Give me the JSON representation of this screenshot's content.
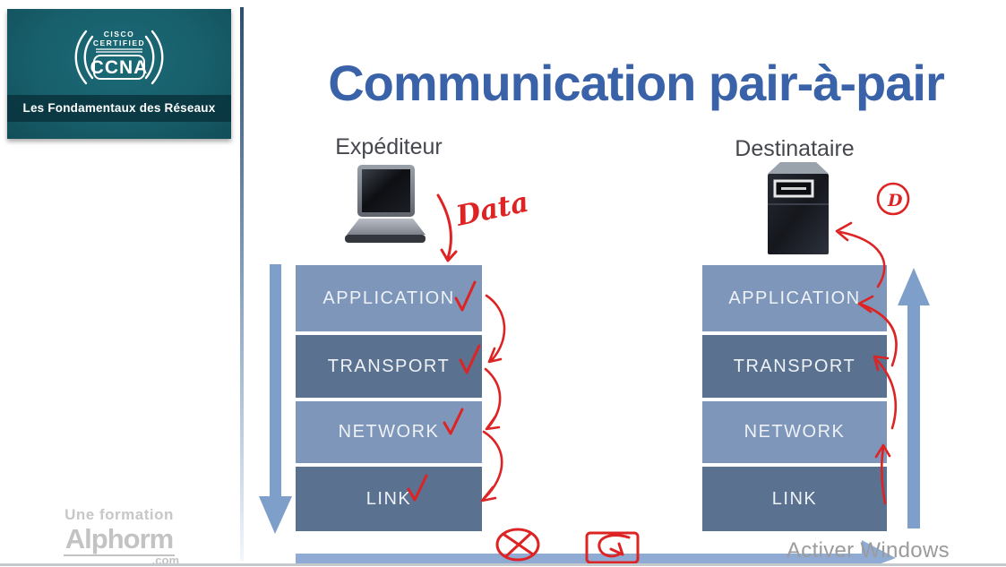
{
  "colors": {
    "accent_blue": "#3a62a8",
    "layer_light": "#7e96b9",
    "layer_dark": "#5a7190",
    "arrow_blue": "#7e9fca",
    "wire_blue": "#8fabd3",
    "red_ink": "#dd2323",
    "card_teal": "#175f6b",
    "card_band": "#0e424d",
    "label_dark": "#45474e",
    "watermark_gray": "#c7c7c7",
    "activer_gray": "#9b9b9b"
  },
  "branding": {
    "cisco_line1": "CISCO",
    "cisco_line2": "CERTIFIED",
    "ccna": "CCNA",
    "course_title": "Les Fondamentaux des Réseaux",
    "formation_label": "Une formation",
    "alphorm_name": "Alphorm",
    "alphorm_tld": ".com"
  },
  "slide": {
    "title": "Communication pair-à-pair",
    "sender": {
      "label": "Expéditeur",
      "layers": [
        {
          "label": "APPLICATION"
        },
        {
          "label": "TRANSPORT"
        },
        {
          "label": "NETWORK"
        },
        {
          "label": "LINK"
        }
      ]
    },
    "receiver": {
      "label": "Destinataire",
      "layers": [
        {
          "label": "APPLICATION"
        },
        {
          "label": "TRANSPORT"
        },
        {
          "label": "NETWORK"
        },
        {
          "label": "LINK"
        }
      ]
    }
  },
  "annotations": {
    "data_label": "Data",
    "d_label": "D"
  },
  "system": {
    "activation_watermark": "Activer Windows"
  }
}
